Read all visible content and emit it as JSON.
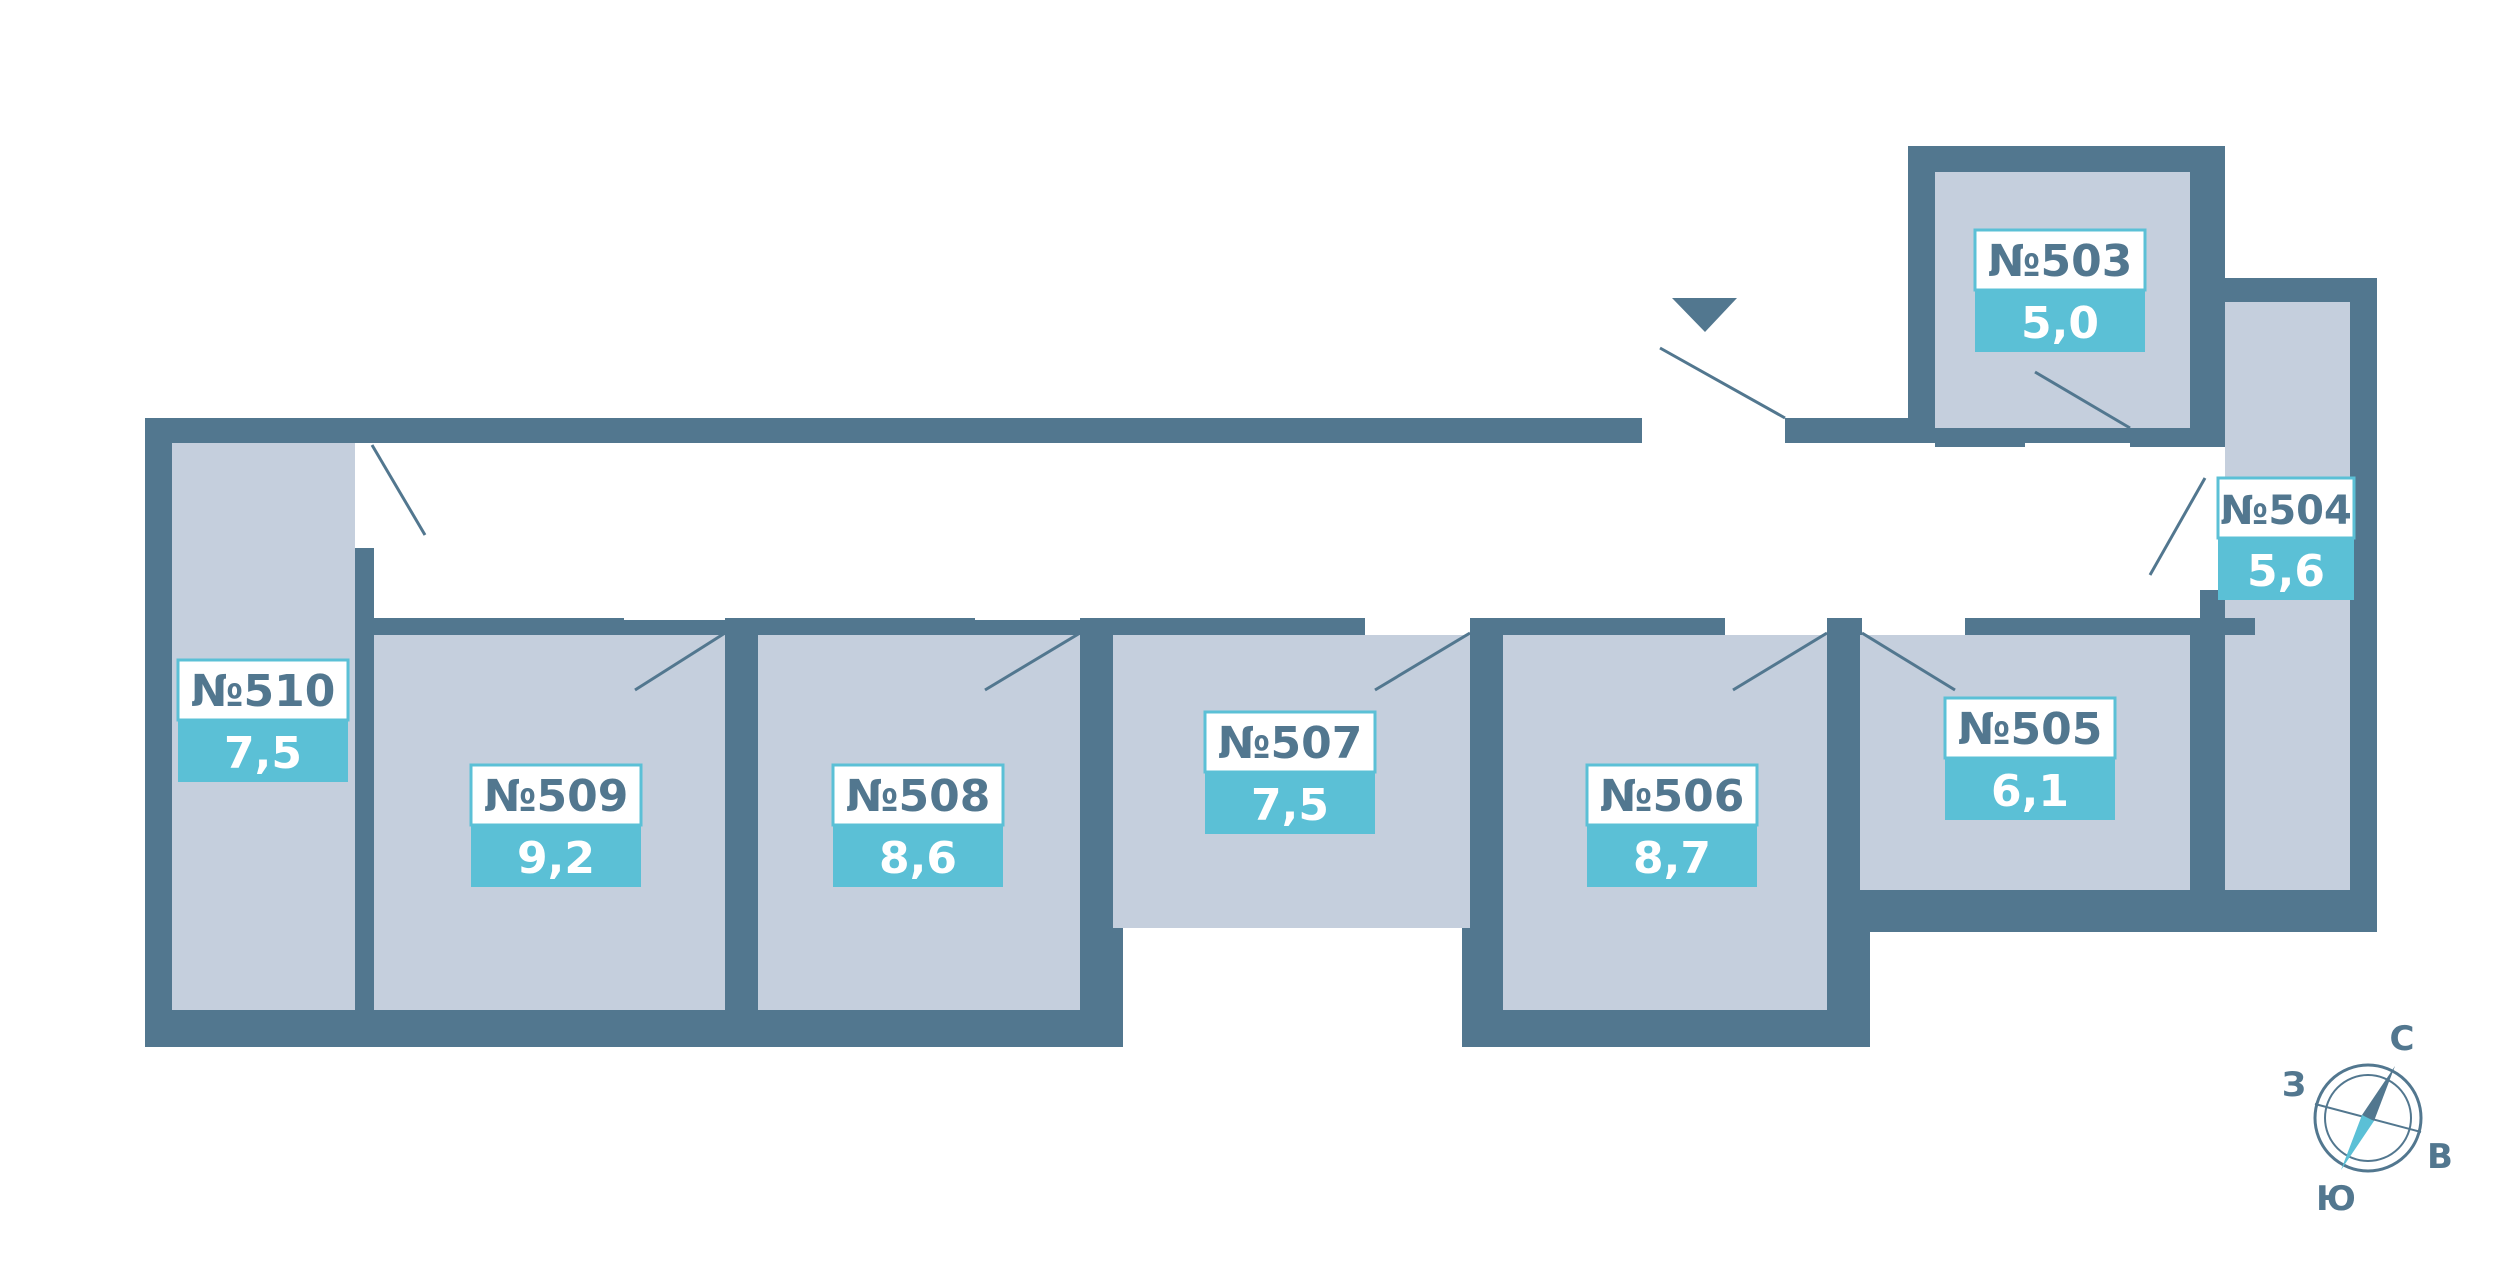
{
  "colors": {
    "wall": "#52778F",
    "room_fill": "#C5CFDD",
    "label_accent": "#5BC0D6",
    "label_number_text": "#52778F",
    "label_area_text": "#ffffff",
    "background": "#ffffff"
  },
  "rooms": [
    {
      "id": "510",
      "number": "№510",
      "area": "7,5"
    },
    {
      "id": "509",
      "number": "№509",
      "area": "9,2"
    },
    {
      "id": "508",
      "number": "№508",
      "area": "8,6"
    },
    {
      "id": "507",
      "number": "№507",
      "area": "7,5"
    },
    {
      "id": "506",
      "number": "№506",
      "area": "8,7"
    },
    {
      "id": "505",
      "number": "№505",
      "area": "6,1"
    },
    {
      "id": "504",
      "number": "№504",
      "area": "5,6"
    },
    {
      "id": "503",
      "number": "№503",
      "area": "5,0"
    }
  ],
  "entrance_marker": {
    "icon": "entrance-arrow-icon"
  },
  "compass": {
    "icon": "compass-icon",
    "north": "С",
    "east": "В",
    "south": "Ю",
    "west": "З"
  }
}
